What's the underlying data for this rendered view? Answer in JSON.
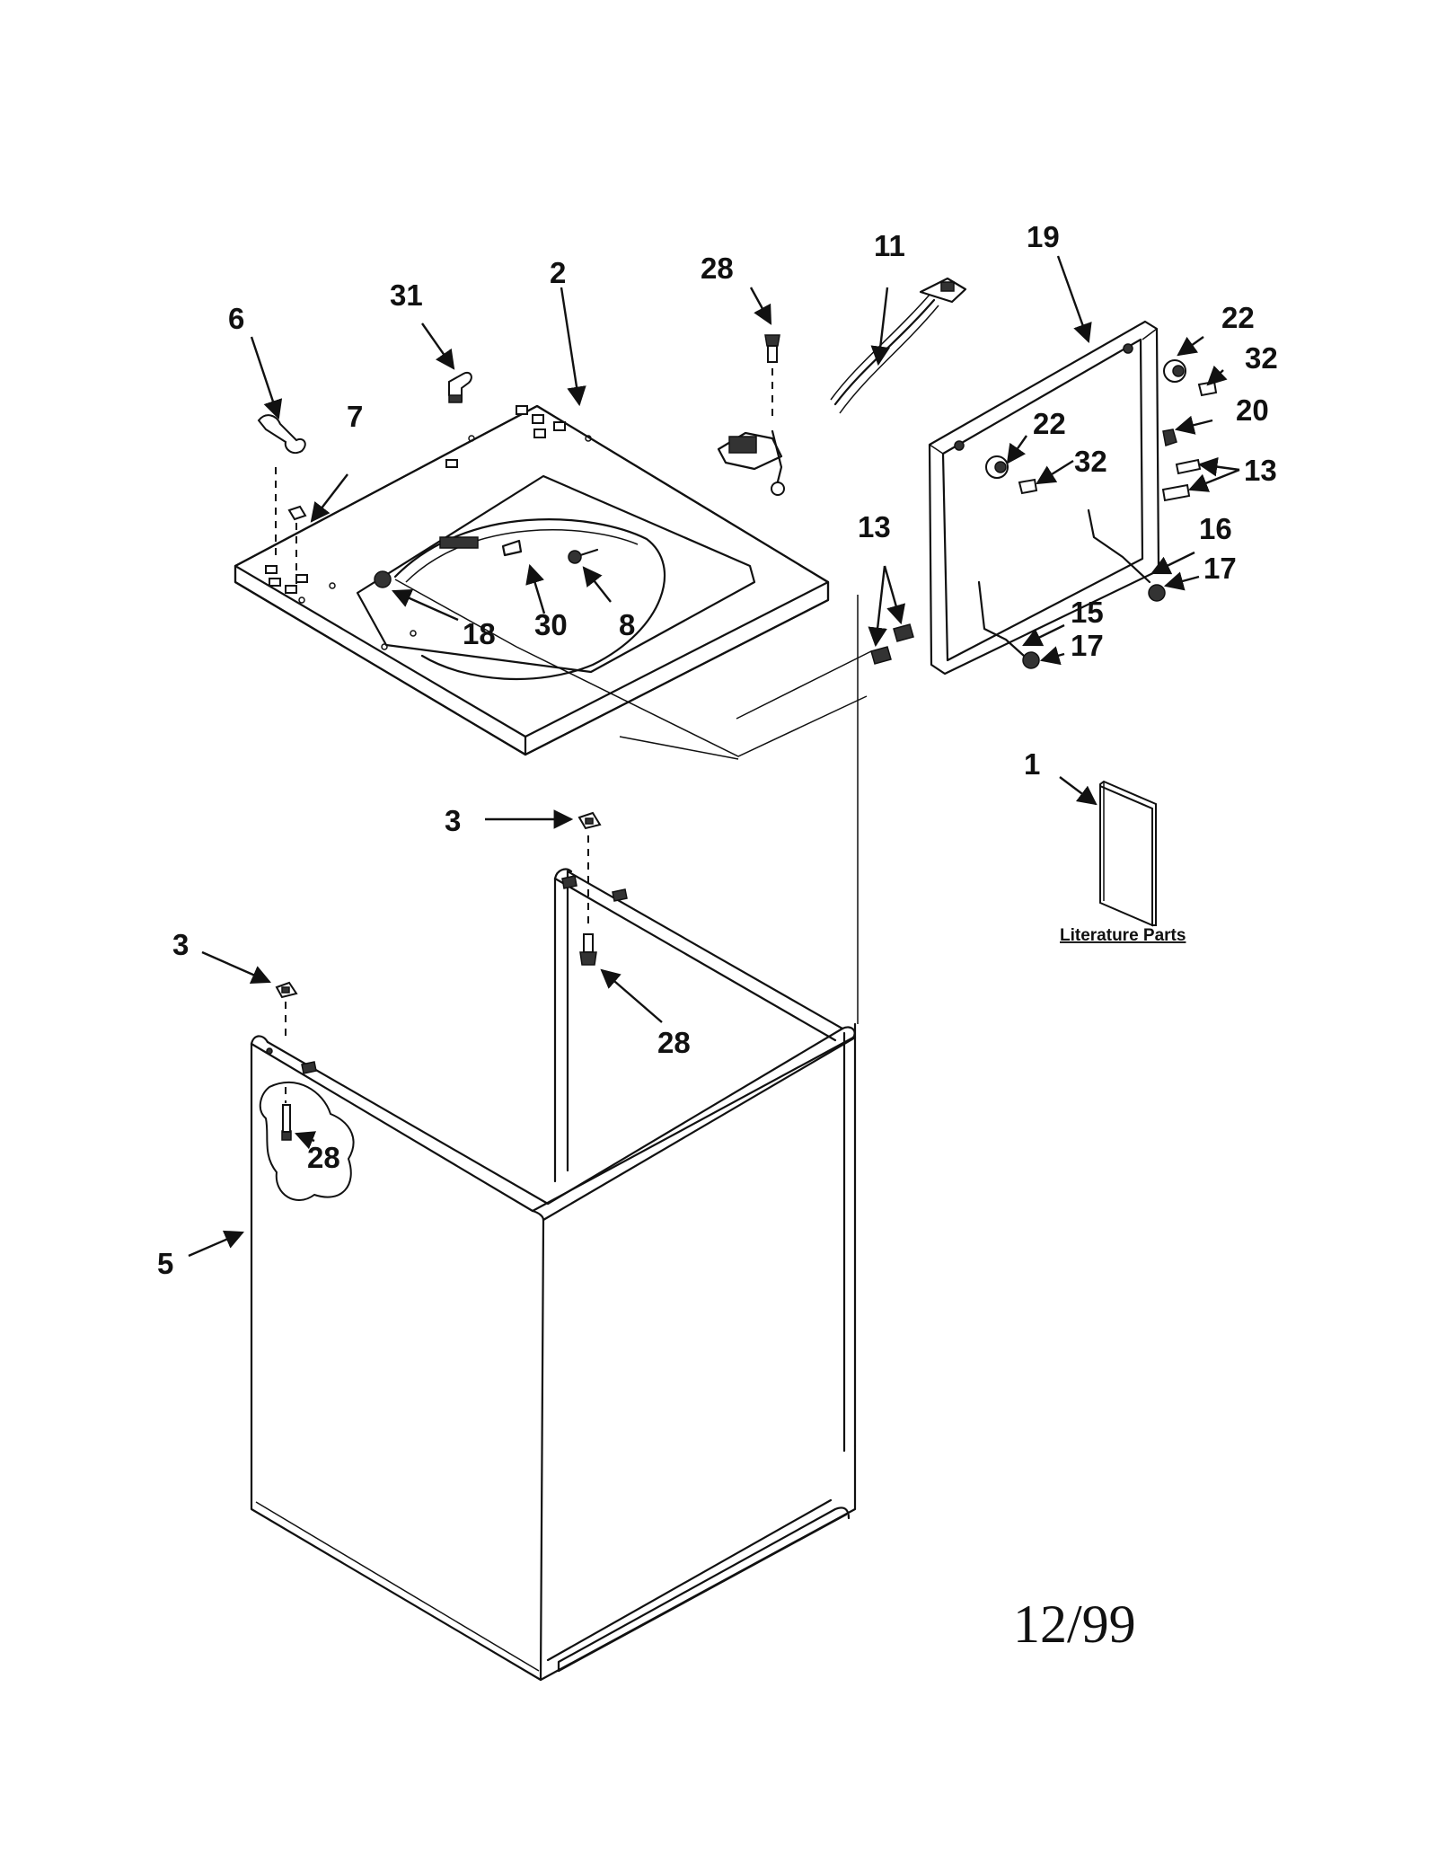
{
  "diagram": {
    "callouts": {
      "c1": "1",
      "c2": "2",
      "c3a": "3",
      "c3b": "3",
      "c5": "5",
      "c6": "6",
      "c7": "7",
      "c8": "8",
      "c11": "11",
      "c13a": "13",
      "c13b": "13",
      "c15": "15",
      "c16": "16",
      "c17a": "17",
      "c17b": "17",
      "c18": "18",
      "c19": "19",
      "c20": "20",
      "c22a": "22",
      "c22b": "22",
      "c28a": "28",
      "c28b": "28",
      "c28c": "28",
      "c30": "30",
      "c31": "31",
      "c32a": "32",
      "c32b": "32"
    },
    "literature_label": "Literature Parts",
    "date_code": "12/99"
  }
}
